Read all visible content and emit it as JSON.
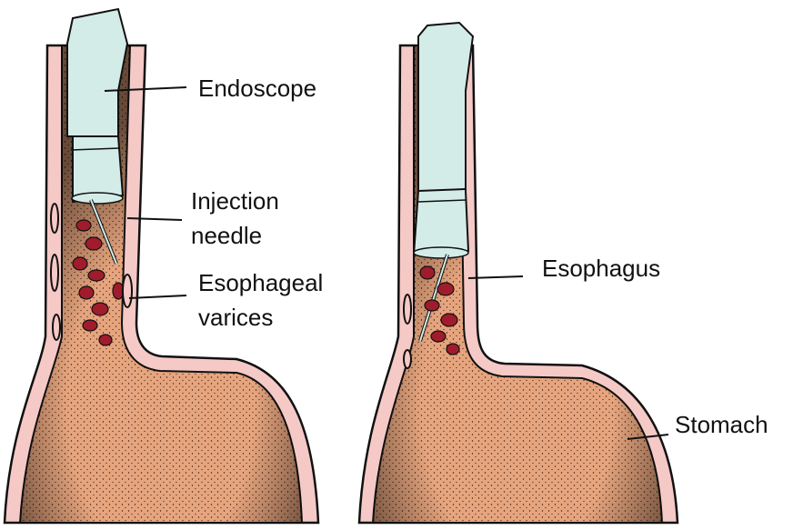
{
  "labels": {
    "endoscope": "Endoscope",
    "injection_needle_line1": "Injection",
    "injection_needle_line2": "needle",
    "esophageal_varices_line1": "Esophageal",
    "esophageal_varices_line2": "varices",
    "esophagus": "Esophagus",
    "stomach": "Stomach"
  },
  "colors": {
    "wall": "#f5c9c6",
    "lumen": "#e6a57e",
    "endoscope": "#d4ece8",
    "varices": "#a01c2c",
    "outline": "#111111"
  }
}
